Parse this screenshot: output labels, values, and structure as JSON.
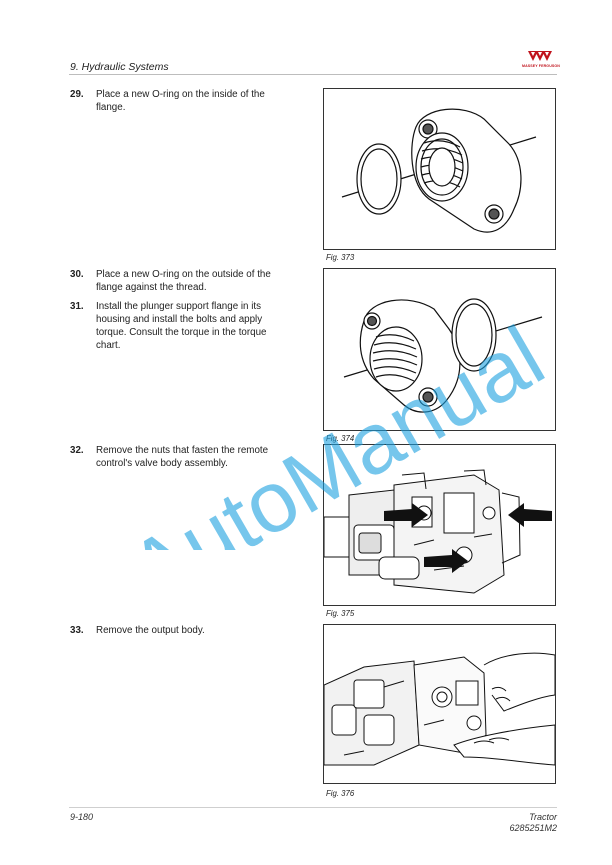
{
  "header": {
    "section_title": "9. Hydraulic Systems",
    "logo_text": "MASSEY FERGUSON"
  },
  "steps": [
    {
      "num": "29.",
      "text": "Place a new O-ring on the inside of the flange."
    },
    {
      "num": "30.",
      "text": "Place a new O-ring on the outside of the flange against the thread."
    },
    {
      "num": "31.",
      "text": "Install the plunger support flange in its housing and install the bolts and apply torque. Consult the torque in the torque chart."
    },
    {
      "num": "32.",
      "text": "Remove the nuts that fasten the remote control's valve body assembly."
    },
    {
      "num": "33.",
      "text": "Remove the output body."
    }
  ],
  "figures": [
    {
      "caption": "Fig. 373"
    },
    {
      "caption": "Fig. 374"
    },
    {
      "caption": "Fig. 375"
    },
    {
      "caption": "Fig. 376"
    }
  ],
  "watermark": {
    "text": "AutoManual",
    "color": "#1aa0e0"
  },
  "footer": {
    "page_number": "9-180",
    "product": "Tractor",
    "doc_number": "6285251M2"
  },
  "colors": {
    "brand_red": "#c0131c",
    "rule": "#bdbdbd"
  }
}
